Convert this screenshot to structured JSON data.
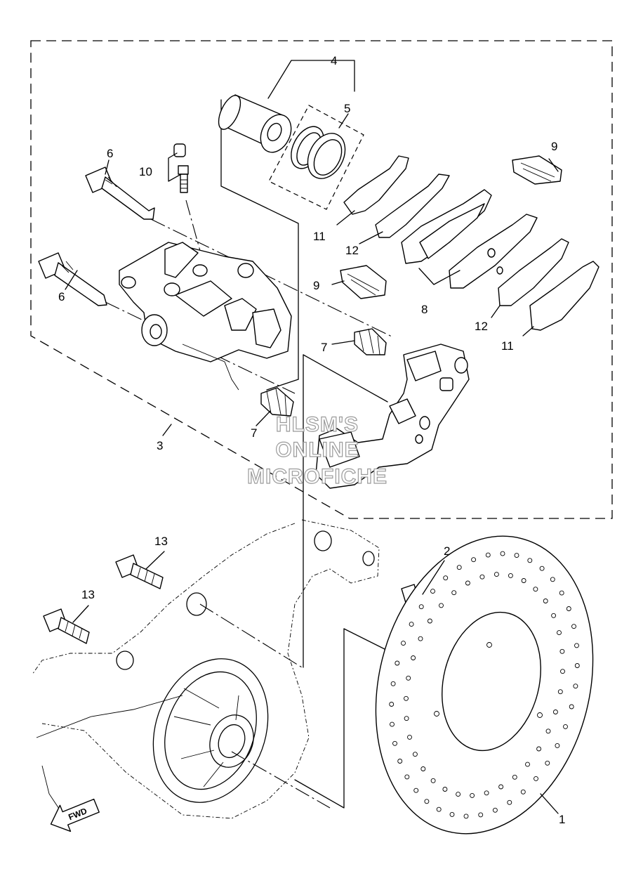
{
  "callouts": {
    "c1": "1",
    "c2": "2",
    "c3": "3",
    "c4": "4",
    "c5": "5",
    "c6a": "6",
    "c6b": "6",
    "c7a": "7",
    "c7b": "7",
    "c8": "8",
    "c9a": "9",
    "c9b": "9",
    "c10": "10",
    "c11a": "11",
    "c11b": "11",
    "c12a": "12",
    "c12b": "12",
    "c13a": "13",
    "c13b": "13"
  },
  "watermark": {
    "line1": "HLSM'S",
    "line2": "ONLINE",
    "line3": "MICROFICHE"
  },
  "direction_arrow": {
    "label": "FWD",
    "icon": "fwd-arrow-icon"
  }
}
